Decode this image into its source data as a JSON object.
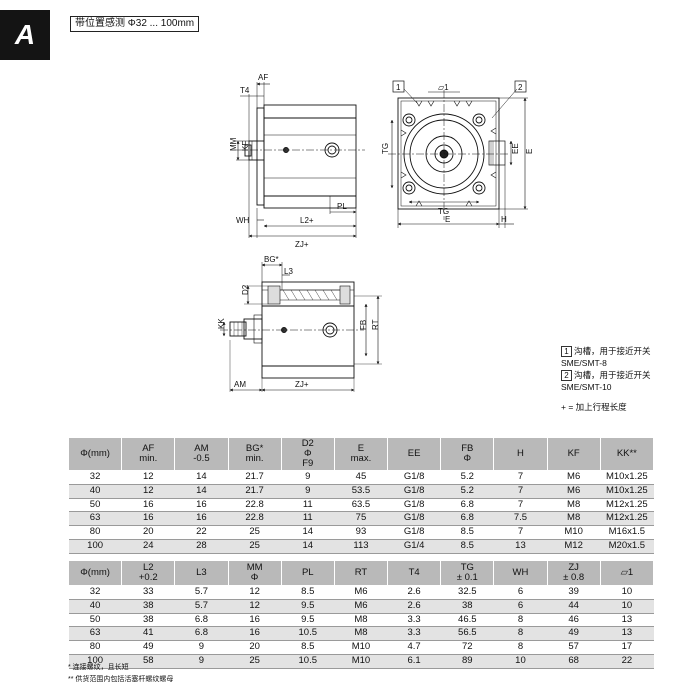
{
  "tab_letter": "A",
  "title": "带位置感测 Φ32 ... 100mm",
  "labels": {
    "AF": "AF",
    "T4": "T4",
    "MM": "MM",
    "KF": "KF",
    "WH": "WH",
    "PL": "PL",
    "L2": "L2+",
    "ZJ": "ZJ+",
    "TG": "TG",
    "E": "E",
    "EE": "EE",
    "H": "H",
    "callout1": "1",
    "callout2": "2",
    "symbol": "▱1",
    "BG": "BG*",
    "L3": "L3",
    "D2": "D2",
    "FB": "FB",
    "RT": "RT",
    "KK": "KK",
    "AM": "AM"
  },
  "legend": {
    "item1_num": "1",
    "item1_text": "沟槽，用于接近开关",
    "item1_model": "SME/SMT-8",
    "item2_num": "2",
    "item2_text": "沟槽，用于接近开关",
    "item2_model": "SME/SMT-10",
    "plus_note": "+ = 加上行程长度"
  },
  "table1": {
    "headers": [
      [
        "Φ(mm)"
      ],
      [
        "AF",
        "min."
      ],
      [
        "AM",
        "-0.5"
      ],
      [
        "BG*",
        "min."
      ],
      [
        "D2",
        "Φ",
        "F9"
      ],
      [
        "E",
        "max."
      ],
      [
        "EE"
      ],
      [
        "FB",
        "Φ"
      ],
      [
        "H"
      ],
      [
        "KF"
      ],
      [
        "KK**"
      ]
    ],
    "rows": [
      [
        "32",
        "12",
        "14",
        "21.7",
        "9",
        "45",
        "G1/8",
        "5.2",
        "7",
        "M6",
        "M10x1.25"
      ],
      [
        "40",
        "12",
        "14",
        "21.7",
        "9",
        "53.5",
        "G1/8",
        "5.2",
        "7",
        "M6",
        "M10x1.25"
      ],
      [
        "50",
        "16",
        "16",
        "22.8",
        "11",
        "63.5",
        "G1/8",
        "6.8",
        "7",
        "M8",
        "M12x1.25"
      ],
      [
        "63",
        "16",
        "16",
        "22.8",
        "11",
        "75",
        "G1/8",
        "6.8",
        "7.5",
        "M8",
        "M12x1.25"
      ],
      [
        "80",
        "20",
        "22",
        "25",
        "14",
        "93",
        "G1/8",
        "8.5",
        "7",
        "M10",
        "M16x1.5"
      ],
      [
        "100",
        "24",
        "28",
        "25",
        "14",
        "113",
        "G1/4",
        "8.5",
        "13",
        "M12",
        "M20x1.5"
      ]
    ]
  },
  "table2": {
    "headers": [
      [
        "Φ(mm)"
      ],
      [
        "L2",
        "+0.2"
      ],
      [
        "L3"
      ],
      [
        "MM",
        "Φ"
      ],
      [
        "PL"
      ],
      [
        "RT"
      ],
      [
        "T4"
      ],
      [
        "TG",
        "± 0.1"
      ],
      [
        "WH"
      ],
      [
        "ZJ",
        "± 0.8"
      ],
      [
        "▱1"
      ]
    ],
    "rows": [
      [
        "32",
        "33",
        "5.7",
        "12",
        "8.5",
        "M6",
        "2.6",
        "32.5",
        "6",
        "39",
        "10"
      ],
      [
        "40",
        "38",
        "5.7",
        "12",
        "9.5",
        "M6",
        "2.6",
        "38",
        "6",
        "44",
        "10"
      ],
      [
        "50",
        "38",
        "6.8",
        "16",
        "9.5",
        "M8",
        "3.3",
        "46.5",
        "8",
        "46",
        "13"
      ],
      [
        "63",
        "41",
        "6.8",
        "16",
        "10.5",
        "M8",
        "3.3",
        "56.5",
        "8",
        "49",
        "13"
      ],
      [
        "80",
        "49",
        "9",
        "20",
        "8.5",
        "M10",
        "4.7",
        "72",
        "8",
        "57",
        "17"
      ],
      [
        "100",
        "58",
        "9",
        "25",
        "10.5",
        "M10",
        "6.1",
        "89",
        "10",
        "68",
        "22"
      ]
    ]
  },
  "notes": {
    "note1": "* 连接螺纹，且长短",
    "note2": "** 供货范围内包括活塞杆螺纹螺母"
  }
}
